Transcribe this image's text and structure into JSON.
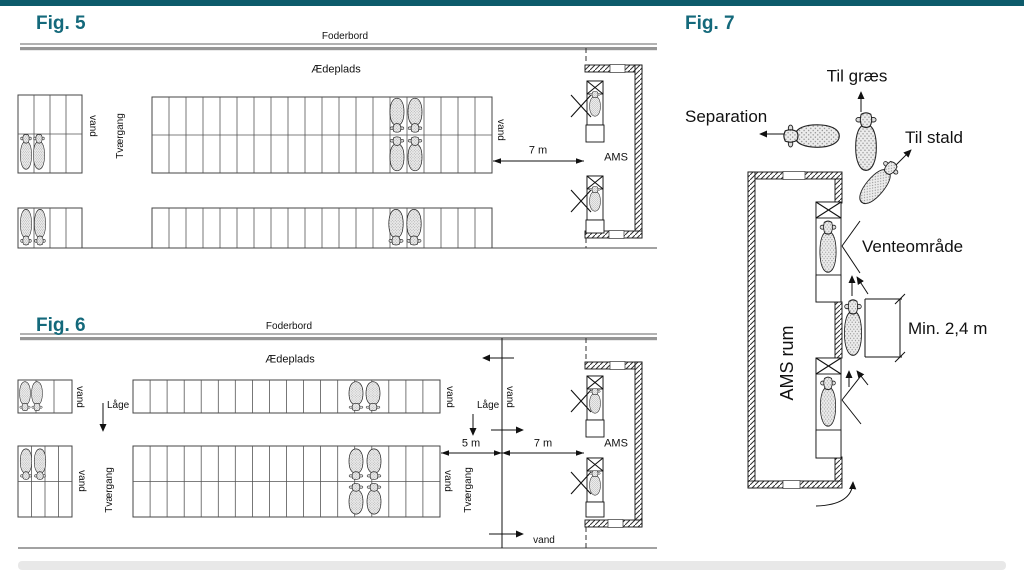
{
  "page": {
    "accent_color": "#14697b",
    "top_bar_color": "#0d5b6b",
    "background": "#ffffff"
  },
  "fig5": {
    "title": "Fig. 5",
    "feed_table_label": "Foderbord",
    "eating_area_label": "Ædeplads",
    "cross_passage_label": "Tværgang",
    "water_label_left": "vand",
    "water_label_right": "vand",
    "distance_label_7m": "7 m",
    "ams_label": "AMS"
  },
  "fig6": {
    "title": "Fig. 6",
    "feed_table_label": "Foderbord",
    "eating_area_label": "Ædeplads",
    "gate_label_1": "Låge",
    "gate_label_2": "Låge",
    "water_label_upper_left": "vand",
    "water_label_upper_right": "vand",
    "water_label_fence": "vand",
    "water_label_lower_left": "vand",
    "water_label_lower_right": "vand",
    "water_label_bottom": "vand",
    "cross_passage_label_left": "Tværgang",
    "cross_passage_label_right": "Tværgang",
    "distance_label_5m": "5 m",
    "distance_label_7m": "7 m",
    "ams_label": "AMS"
  },
  "fig7": {
    "title": "Fig. 7",
    "to_grass_label": "Til græs",
    "separation_label": "Separation",
    "to_barn_label": "Til stald",
    "waiting_area_label": "Venteområde",
    "ams_room_label": "AMS rum",
    "min_distance_label": "Min. 2,4 m"
  }
}
